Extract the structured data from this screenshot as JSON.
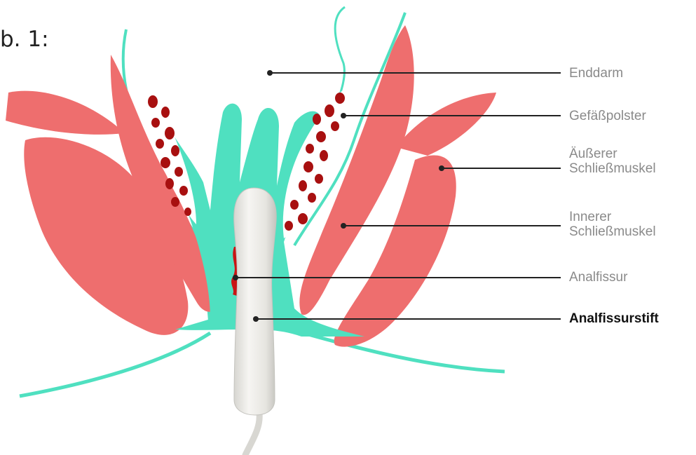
{
  "figure": {
    "label": "b. 1:"
  },
  "labels": {
    "rectum": "Enddarm",
    "vascular_cushion": "Gefäßpolster",
    "external_sphincter": [
      "Äußerer",
      "Schließmuskel"
    ],
    "internal_sphincter": [
      "Innerer",
      "Schließmuskel"
    ],
    "anal_fissure": "Analfissur",
    "fissure_pen": "Analfissurstift"
  },
  "colors": {
    "muscle": "#ee6e6e",
    "mucosa": "#4fe0c0",
    "blood": "#a81010",
    "fissure": "#c81414",
    "pen": "#ecebe7",
    "leader": "#222222",
    "label_text": "#8a8a8a",
    "label_emphasis": "#111111"
  }
}
